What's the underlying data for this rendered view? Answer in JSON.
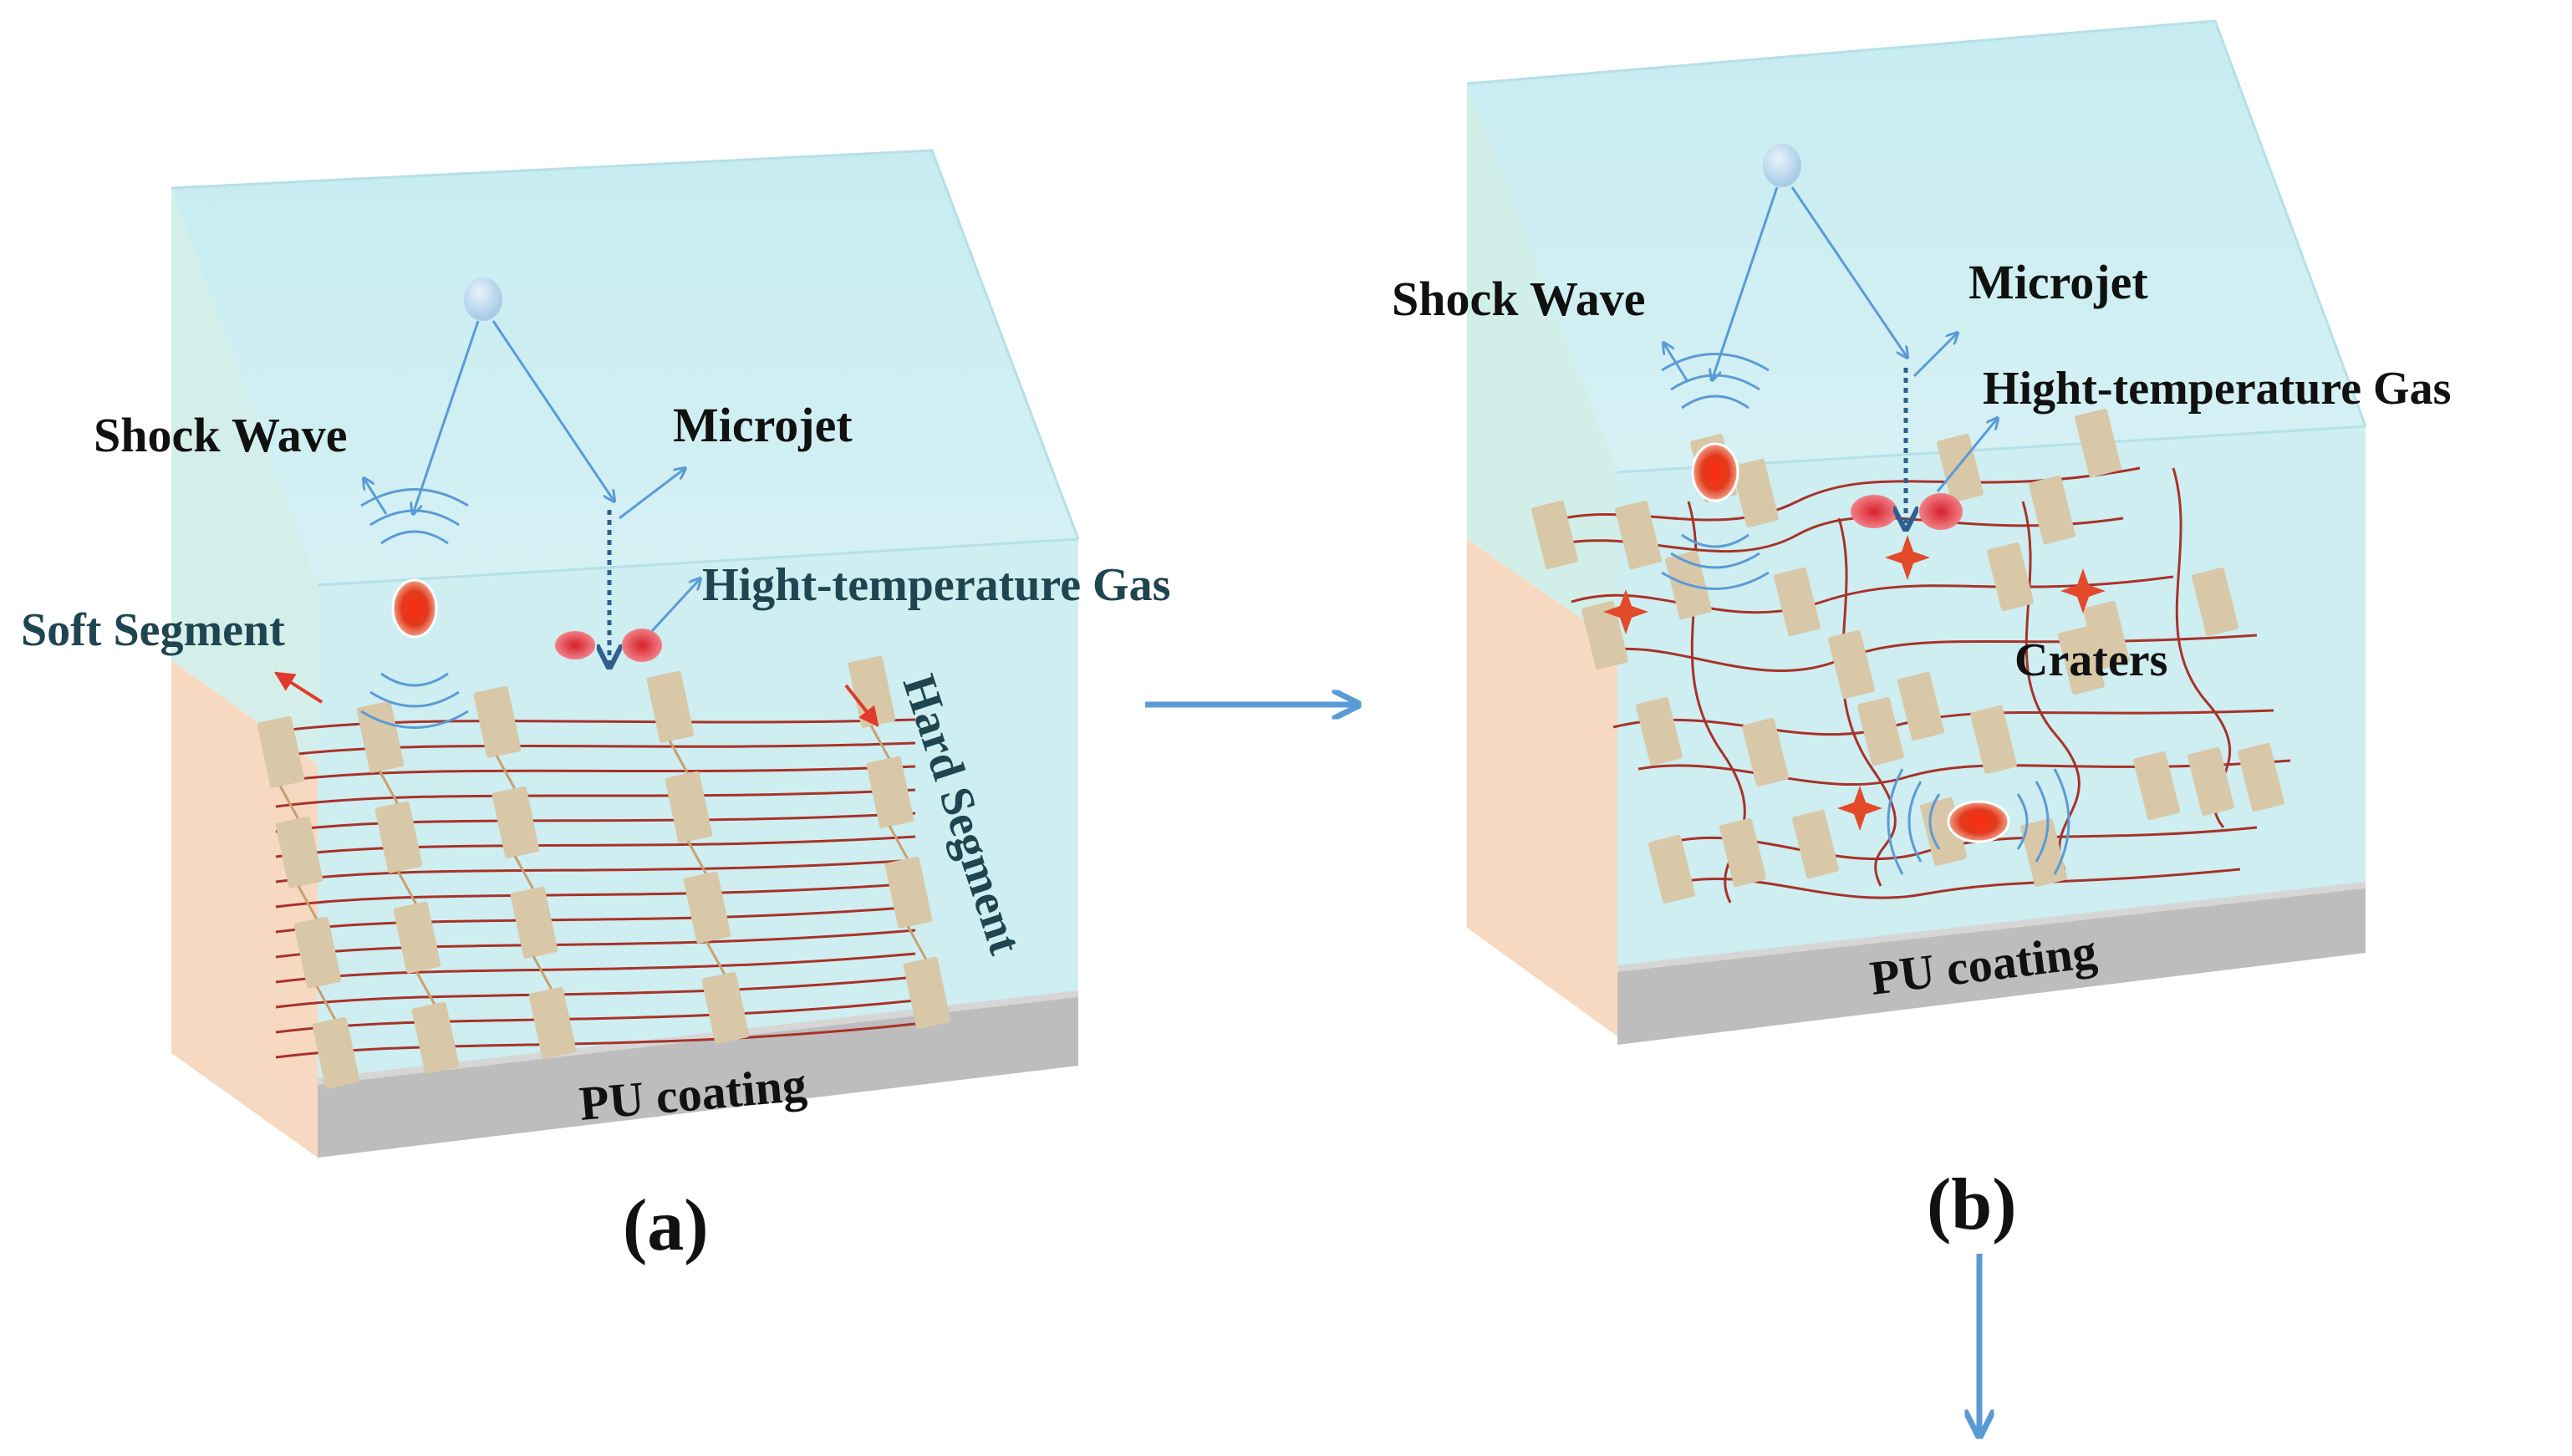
{
  "panel_a": {
    "caption": "(a)",
    "labels": {
      "shock_wave": "Shock Wave",
      "microjet": "Microjet",
      "gas": "Hight-temperature Gas",
      "soft_segment": "Soft Segment",
      "hard_segment": "Hard Segment",
      "coating": "PU coating"
    }
  },
  "panel_b": {
    "caption": "(b)",
    "labels": {
      "shock_wave": "Shock Wave",
      "microjet": "Microjet",
      "gas": "Hight-temperature Gas",
      "craters": "Craters",
      "coating": "PU coating"
    }
  },
  "colors": {
    "water": "#cdeef2",
    "hard_segment": "#d8c8a8",
    "soft_segment": "#a83228",
    "arrow": "#5b9bd5",
    "bubble": "#e83018",
    "coating_base": "#bdbdbd",
    "side_face": "#f6d6bd"
  }
}
